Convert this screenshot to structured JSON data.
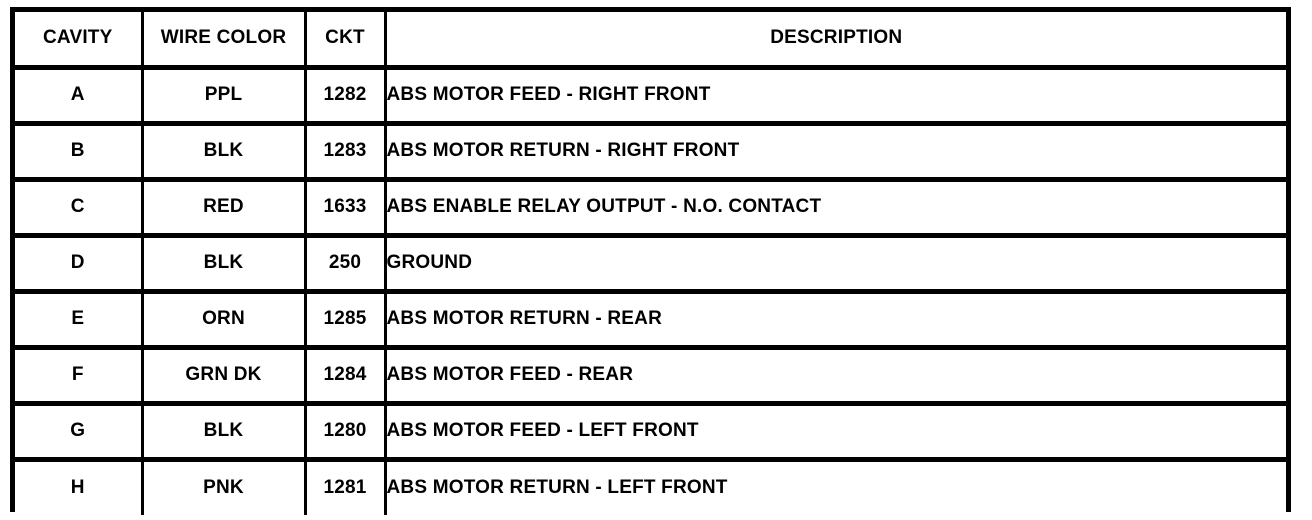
{
  "document": {
    "kind": "connector-cavity-chart",
    "ink_color": "#000000",
    "paper_color": "#ffffff"
  },
  "table": {
    "columns": [
      {
        "key": "cavity",
        "label": "CAVITY",
        "align": "center"
      },
      {
        "key": "wire_color",
        "label": "WIRE COLOR",
        "align": "center"
      },
      {
        "key": "ckt",
        "label": "CKT",
        "align": "center"
      },
      {
        "key": "description",
        "label": "DESCRIPTION",
        "align": "left"
      }
    ],
    "rows": [
      {
        "cavity": "A",
        "wire_color": "PPL",
        "ckt": "1282",
        "description": "ABS MOTOR FEED - RIGHT FRONT"
      },
      {
        "cavity": "B",
        "wire_color": "BLK",
        "ckt": "1283",
        "description": "ABS MOTOR RETURN - RIGHT FRONT"
      },
      {
        "cavity": "C",
        "wire_color": "RED",
        "ckt": "1633",
        "description": "ABS ENABLE RELAY OUTPUT - N.O. CONTACT"
      },
      {
        "cavity": "D",
        "wire_color": "BLK",
        "ckt": "250",
        "description": "GROUND"
      },
      {
        "cavity": "E",
        "wire_color": "ORN",
        "ckt": "1285",
        "description": "ABS MOTOR RETURN - REAR"
      },
      {
        "cavity": "F",
        "wire_color": "GRN DK",
        "ckt": "1284",
        "description": "ABS MOTOR FEED - REAR"
      },
      {
        "cavity": "G",
        "wire_color": "BLK",
        "ckt": "1280",
        "description": "ABS MOTOR FEED - LEFT FRONT"
      },
      {
        "cavity": "H",
        "wire_color": "PNK",
        "ckt": "1281",
        "description": "ABS MOTOR RETURN - LEFT FRONT"
      }
    ]
  }
}
